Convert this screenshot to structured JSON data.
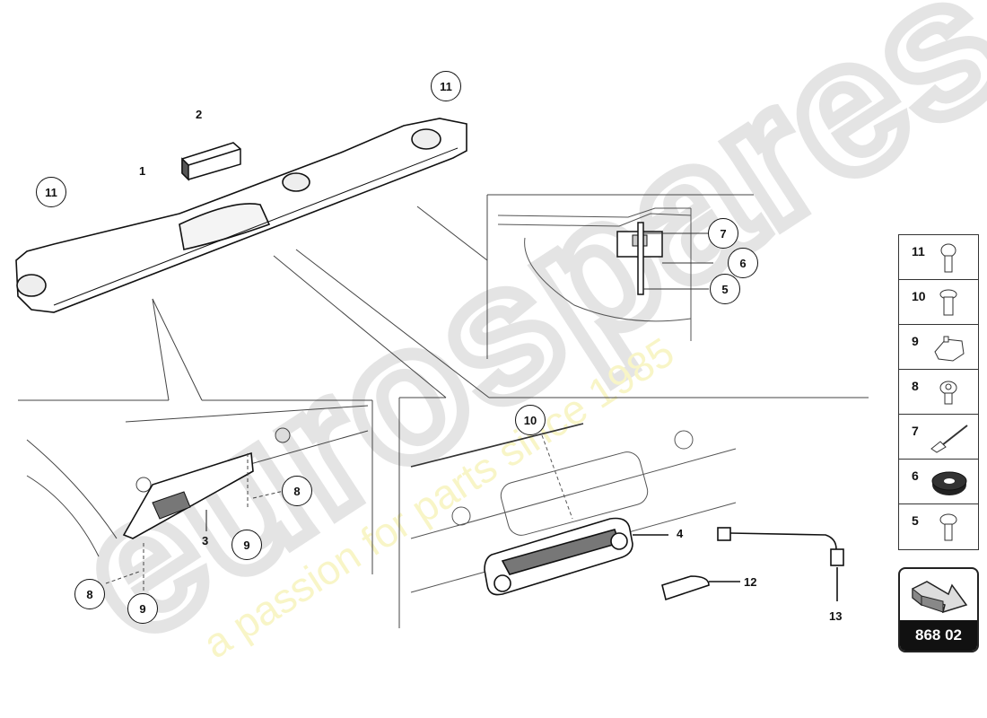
{
  "diagram": {
    "type": "exploded parts diagram",
    "subject": "roof headliner / interior overhead trim with sun visor and interior light unit",
    "watermark": {
      "brand": "eurospares",
      "tagline": "a passion for parts since 1985",
      "brand_color": "#d9d9d9",
      "tagline_color": "#f5f0a0"
    },
    "callouts": [
      {
        "id": "1",
        "label": "1",
        "style": "plain",
        "part": "headliner panel"
      },
      {
        "id": "2",
        "label": "2",
        "style": "plain",
        "part": "foam block"
      },
      {
        "id": "3",
        "label": "3",
        "style": "plain",
        "part": "sun visor"
      },
      {
        "id": "4",
        "label": "4",
        "style": "plain",
        "part": "interior light / overhead console"
      },
      {
        "id": "5",
        "label": "5",
        "style": "circle",
        "part": "screw"
      },
      {
        "id": "6",
        "label": "6",
        "style": "circle",
        "part": "round sponge washer"
      },
      {
        "id": "7",
        "label": "7",
        "style": "circle",
        "part": "rivet"
      },
      {
        "id": "8a",
        "label": "8",
        "style": "circle",
        "part": "bolt"
      },
      {
        "id": "8b",
        "label": "8",
        "style": "circle",
        "part": "bolt"
      },
      {
        "id": "9a",
        "label": "9",
        "style": "circle",
        "part": "cover cap"
      },
      {
        "id": "9b",
        "label": "9",
        "style": "circle",
        "part": "cover cap"
      },
      {
        "id": "10",
        "label": "10",
        "style": "circle",
        "part": "screw"
      },
      {
        "id": "11a",
        "label": "11",
        "style": "circle",
        "part": "clip"
      },
      {
        "id": "11b",
        "label": "11",
        "style": "circle",
        "part": "clip"
      },
      {
        "id": "12",
        "label": "12",
        "style": "plain",
        "part": "light lens/switch"
      },
      {
        "id": "13",
        "label": "13",
        "style": "plain",
        "part": "wiring harness"
      }
    ],
    "legend": [
      {
        "num": "11",
        "icon": "clip-icon"
      },
      {
        "num": "10",
        "icon": "screw-icon"
      },
      {
        "num": "9",
        "icon": "cover-cap-icon"
      },
      {
        "num": "8",
        "icon": "bolt-icon"
      },
      {
        "num": "7",
        "icon": "rivet-icon"
      },
      {
        "num": "6",
        "icon": "sponge-washer-icon"
      },
      {
        "num": "5",
        "icon": "screw-icon"
      }
    ],
    "page_ref": {
      "label": "868 02",
      "icon": "next-page-arrow-icon"
    }
  }
}
